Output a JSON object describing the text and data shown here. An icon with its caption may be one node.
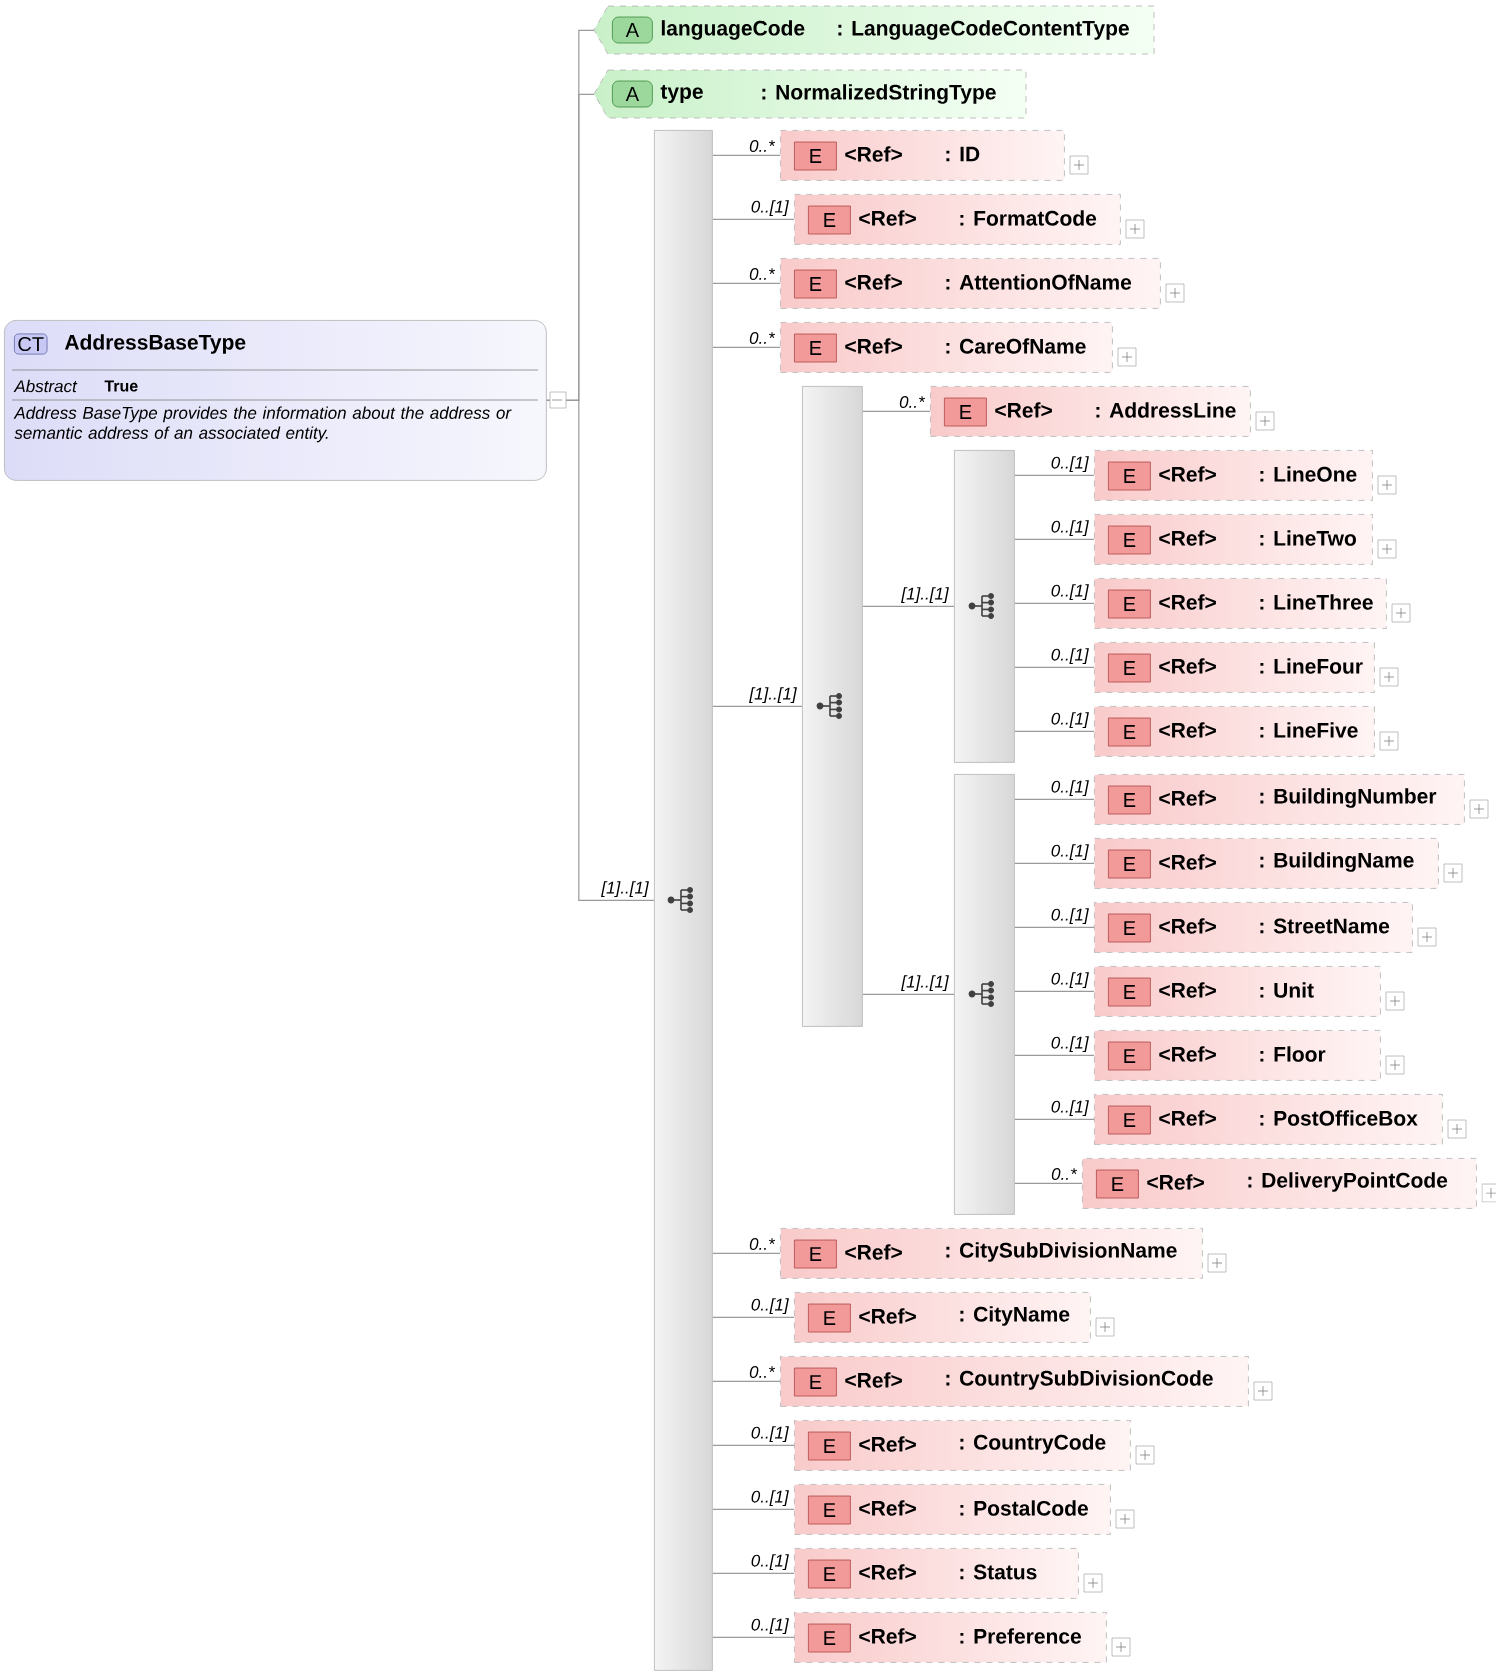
{
  "diagram": {
    "nodes": [
      {
        "text": [
          "CT",
          "AddressBaseType",
          "Abstract",
          "True",
          "Address BaseType provides the information about the address or semantic address of an associated entity."
        ]
      },
      {
        "text": [
          "A",
          "languageCode",
          ": LanguageCodeContentType"
        ]
      },
      {
        "text": [
          "A",
          "type",
          ": NormalizedStringType"
        ]
      },
      {
        "text": [],
        "shape": "bar"
      },
      {
        "text": [
          "E",
          "<Ref>",
          ": ID"
        ]
      },
      {
        "text": [
          "E",
          "<Ref>",
          ": FormatCode"
        ]
      },
      {
        "text": [
          "E",
          "<Ref>",
          ": AttentionOfName"
        ]
      },
      {
        "text": [
          "E",
          "<Ref>",
          ": CareOfName"
        ]
      },
      {
        "text": [],
        "shape": "bar"
      },
      {
        "text": [
          "E",
          "<Ref>",
          ": AddressLine"
        ]
      },
      {
        "text": [],
        "shape": "bar"
      },
      {
        "text": [
          "E",
          "<Ref>",
          ": LineOne"
        ]
      },
      {
        "text": [
          "E",
          "<Ref>",
          ": LineTwo"
        ]
      },
      {
        "text": [
          "E",
          "<Ref>",
          ": LineThree"
        ]
      },
      {
        "text": [
          "E",
          "<Ref>",
          ": LineFour"
        ]
      },
      {
        "text": [
          "E",
          "<Ref>",
          ": LineFive"
        ]
      },
      {
        "text": [],
        "shape": "bar"
      },
      {
        "text": [
          "E",
          "<Ref>",
          ": BuildingNumber"
        ]
      },
      {
        "text": [
          "E",
          "<Ref>",
          ": BuildingName"
        ]
      },
      {
        "text": [
          "E",
          "<Ref>",
          ": StreetName"
        ]
      },
      {
        "text": [
          "E",
          "<Ref>",
          ": Unit"
        ]
      },
      {
        "text": [
          "E",
          "<Ref>",
          ": Floor"
        ]
      },
      {
        "text": [
          "E",
          "<Ref>",
          ": PostOfficeBox"
        ]
      },
      {
        "text": [
          "E",
          "<Ref>",
          ": DeliveryPointCode"
        ]
      },
      {
        "text": [
          "E",
          "<Ref>",
          ": CitySubDivisionName"
        ]
      },
      {
        "text": [
          "E",
          "<Ref>",
          ": CityName"
        ]
      },
      {
        "text": [
          "E",
          "<Ref>",
          ": CountrySubDivisionCode"
        ]
      },
      {
        "text": [
          "E",
          "<Ref>",
          ": CountryCode"
        ]
      },
      {
        "text": [
          "E",
          "<Ref>",
          ": PostalCode"
        ]
      },
      {
        "text": [
          "E",
          "<Ref>",
          ": Status"
        ]
      },
      {
        "text": [
          "E",
          "<Ref>",
          ": Preference"
        ]
      }
    ],
    "edges": [
      {
        "from": 0,
        "to": 1,
        "arrow": "none"
      },
      {
        "from": 0,
        "to": 2,
        "arrow": "none"
      },
      {
        "from": 0,
        "to": 3,
        "arrow": "none",
        "label": "[1]..[1]"
      },
      {
        "from": 3,
        "to": 4,
        "arrow": "none",
        "label": "0..*"
      },
      {
        "from": 3,
        "to": 5,
        "arrow": "none",
        "label": "0..[1]"
      },
      {
        "from": 3,
        "to": 6,
        "arrow": "none",
        "label": "0..*"
      },
      {
        "from": 3,
        "to": 7,
        "arrow": "none",
        "label": "0..*"
      },
      {
        "from": 3,
        "to": 8,
        "arrow": "none",
        "label": "[1]..[1]"
      },
      {
        "from": 8,
        "to": 9,
        "arrow": "none",
        "label": "0..*"
      },
      {
        "from": 8,
        "to": 10,
        "arrow": "none",
        "label": "[1]..[1]"
      },
      {
        "from": 10,
        "to": 11,
        "arrow": "none",
        "label": "0..[1]"
      },
      {
        "from": 10,
        "to": 12,
        "arrow": "none",
        "label": "0..[1]"
      },
      {
        "from": 10,
        "to": 13,
        "arrow": "none",
        "label": "0..[1]"
      },
      {
        "from": 10,
        "to": 14,
        "arrow": "none",
        "label": "0..[1]"
      },
      {
        "from": 10,
        "to": 15,
        "arrow": "none",
        "label": "0..[1]"
      },
      {
        "from": 8,
        "to": 16,
        "arrow": "none",
        "label": "[1]..[1]"
      },
      {
        "from": 16,
        "to": 17,
        "arrow": "none",
        "label": "0..[1]"
      },
      {
        "from": 16,
        "to": 18,
        "arrow": "none",
        "label": "0..[1]"
      },
      {
        "from": 16,
        "to": 19,
        "arrow": "none",
        "label": "0..[1]"
      },
      {
        "from": 16,
        "to": 20,
        "arrow": "none",
        "label": "0..[1]"
      },
      {
        "from": 16,
        "to": 21,
        "arrow": "none",
        "label": "0..[1]"
      },
      {
        "from": 16,
        "to": 22,
        "arrow": "none",
        "label": "0..[1]"
      },
      {
        "from": 16,
        "to": 23,
        "arrow": "none",
        "label": "0..*"
      },
      {
        "from": 3,
        "to": 24,
        "arrow": "none",
        "label": "0..*"
      },
      {
        "from": 3,
        "to": 25,
        "arrow": "none",
        "label": "0..[1]"
      },
      {
        "from": 3,
        "to": 26,
        "arrow": "none",
        "label": "0..*"
      },
      {
        "from": 3,
        "to": 27,
        "arrow": "none",
        "label": "0..[1]"
      },
      {
        "from": 3,
        "to": 28,
        "arrow": "none",
        "label": "0..[1]"
      },
      {
        "from": 3,
        "to": 29,
        "arrow": "none",
        "label": "0..[1]"
      },
      {
        "from": 3,
        "to": 30,
        "arrow": "none",
        "label": "0..[1]"
      }
    ]
  }
}
